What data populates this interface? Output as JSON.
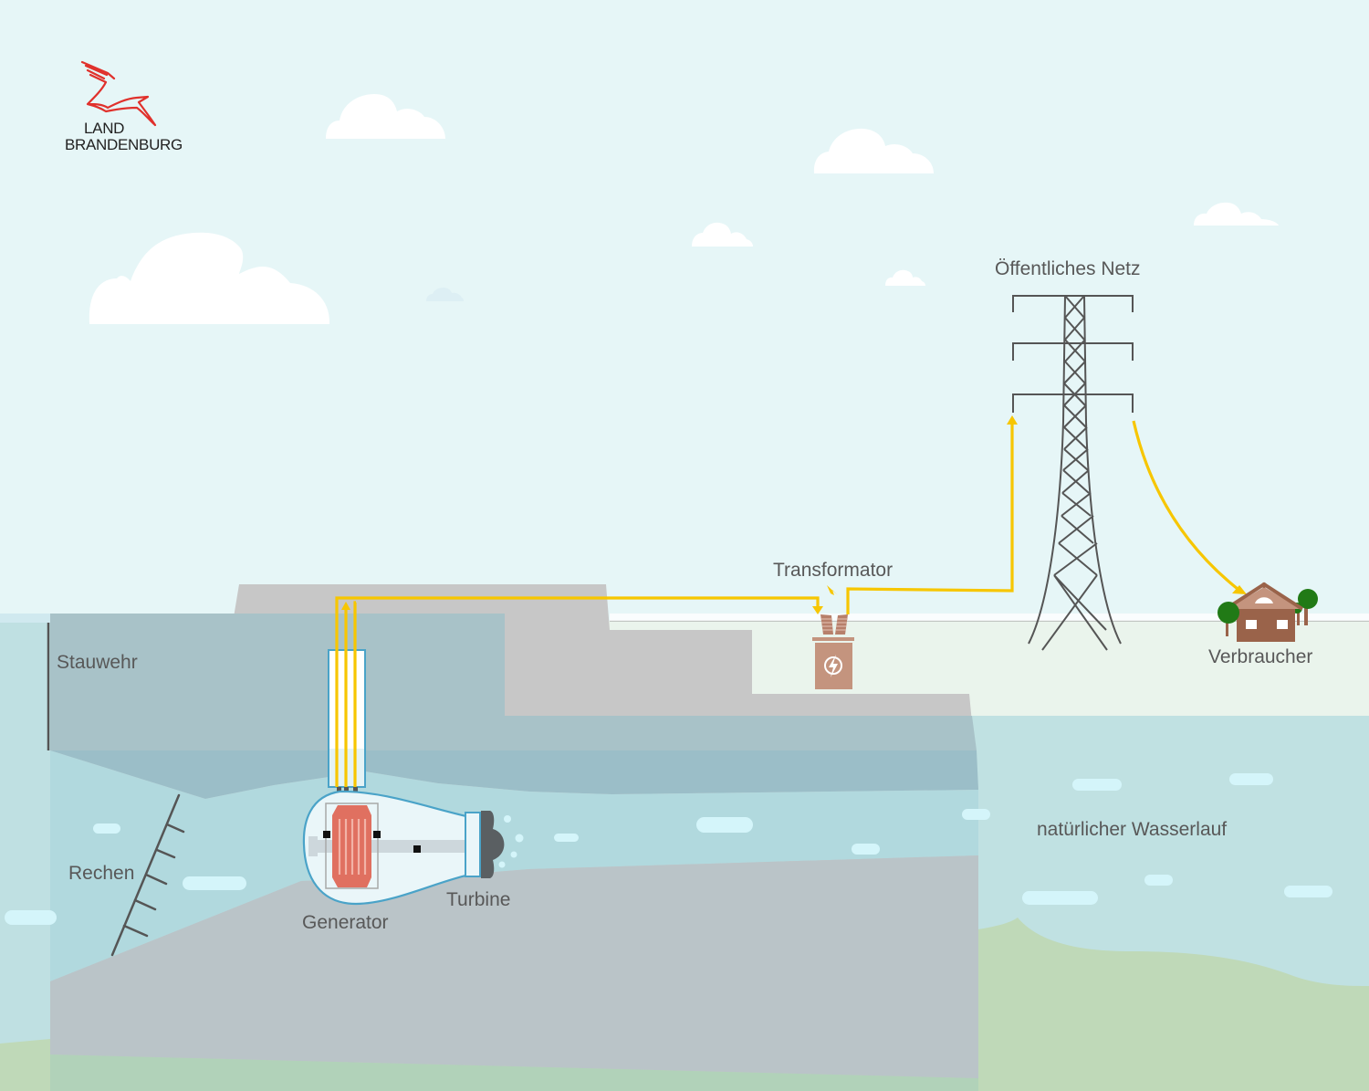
{
  "logo": {
    "line1": "LAND",
    "line2": "BRANDENBURG",
    "color": "#e0312c"
  },
  "labels": {
    "stauwehr": "Stauwehr",
    "rechen": "Rechen",
    "generator": "Generator",
    "turbine": "Turbine",
    "transformator": "Transformator",
    "oeffentliches_netz": "Öffentliches Netz",
    "verbraucher": "Verbraucher",
    "wasserlauf": "natürlicher Wasserlauf"
  },
  "colors": {
    "sky": "#e6f6f7",
    "power_line": "#f7c600",
    "dam_gray": "#c7c7c7",
    "water_upper": "#a8c2c8",
    "water_mid": "#9bbec8",
    "water_flow": "#b1d9de",
    "river": "#c0e1e2",
    "riverbed": "#bad8b9",
    "ground": "#eaf4ec",
    "generator_red": "#e07060",
    "turbine_blue": "#4aa3c8",
    "transformer_brown": "#c4947e",
    "house_brown": "#9a634a",
    "tree_green": "#217a16"
  }
}
